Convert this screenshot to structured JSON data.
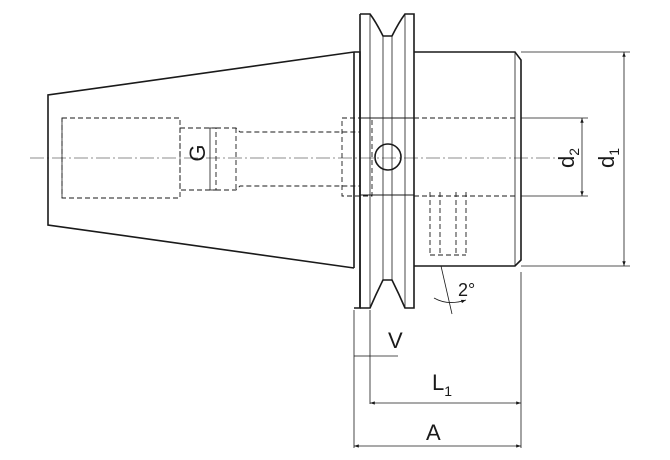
{
  "labels": {
    "G": "G",
    "d2_main": "d",
    "d2_sub": "2",
    "d1_main": "d",
    "d1_sub": "1",
    "angle": "2°",
    "V": "V",
    "L1_main": "L",
    "L1_sub": "1",
    "A": "A"
  }
}
